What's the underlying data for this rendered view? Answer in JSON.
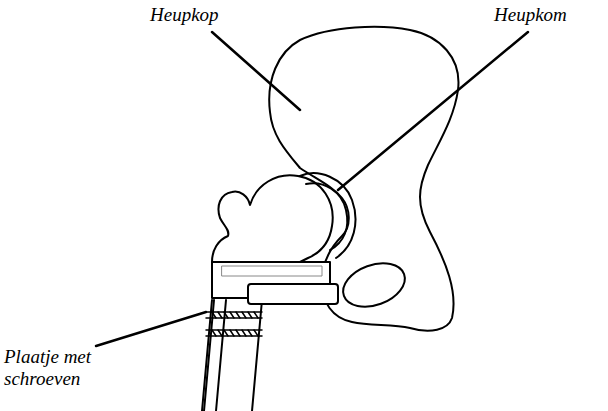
{
  "diagram": {
    "labels": [
      "Heupkop",
      "Heupkom",
      "Plaatje met schroeven"
    ]
  }
}
